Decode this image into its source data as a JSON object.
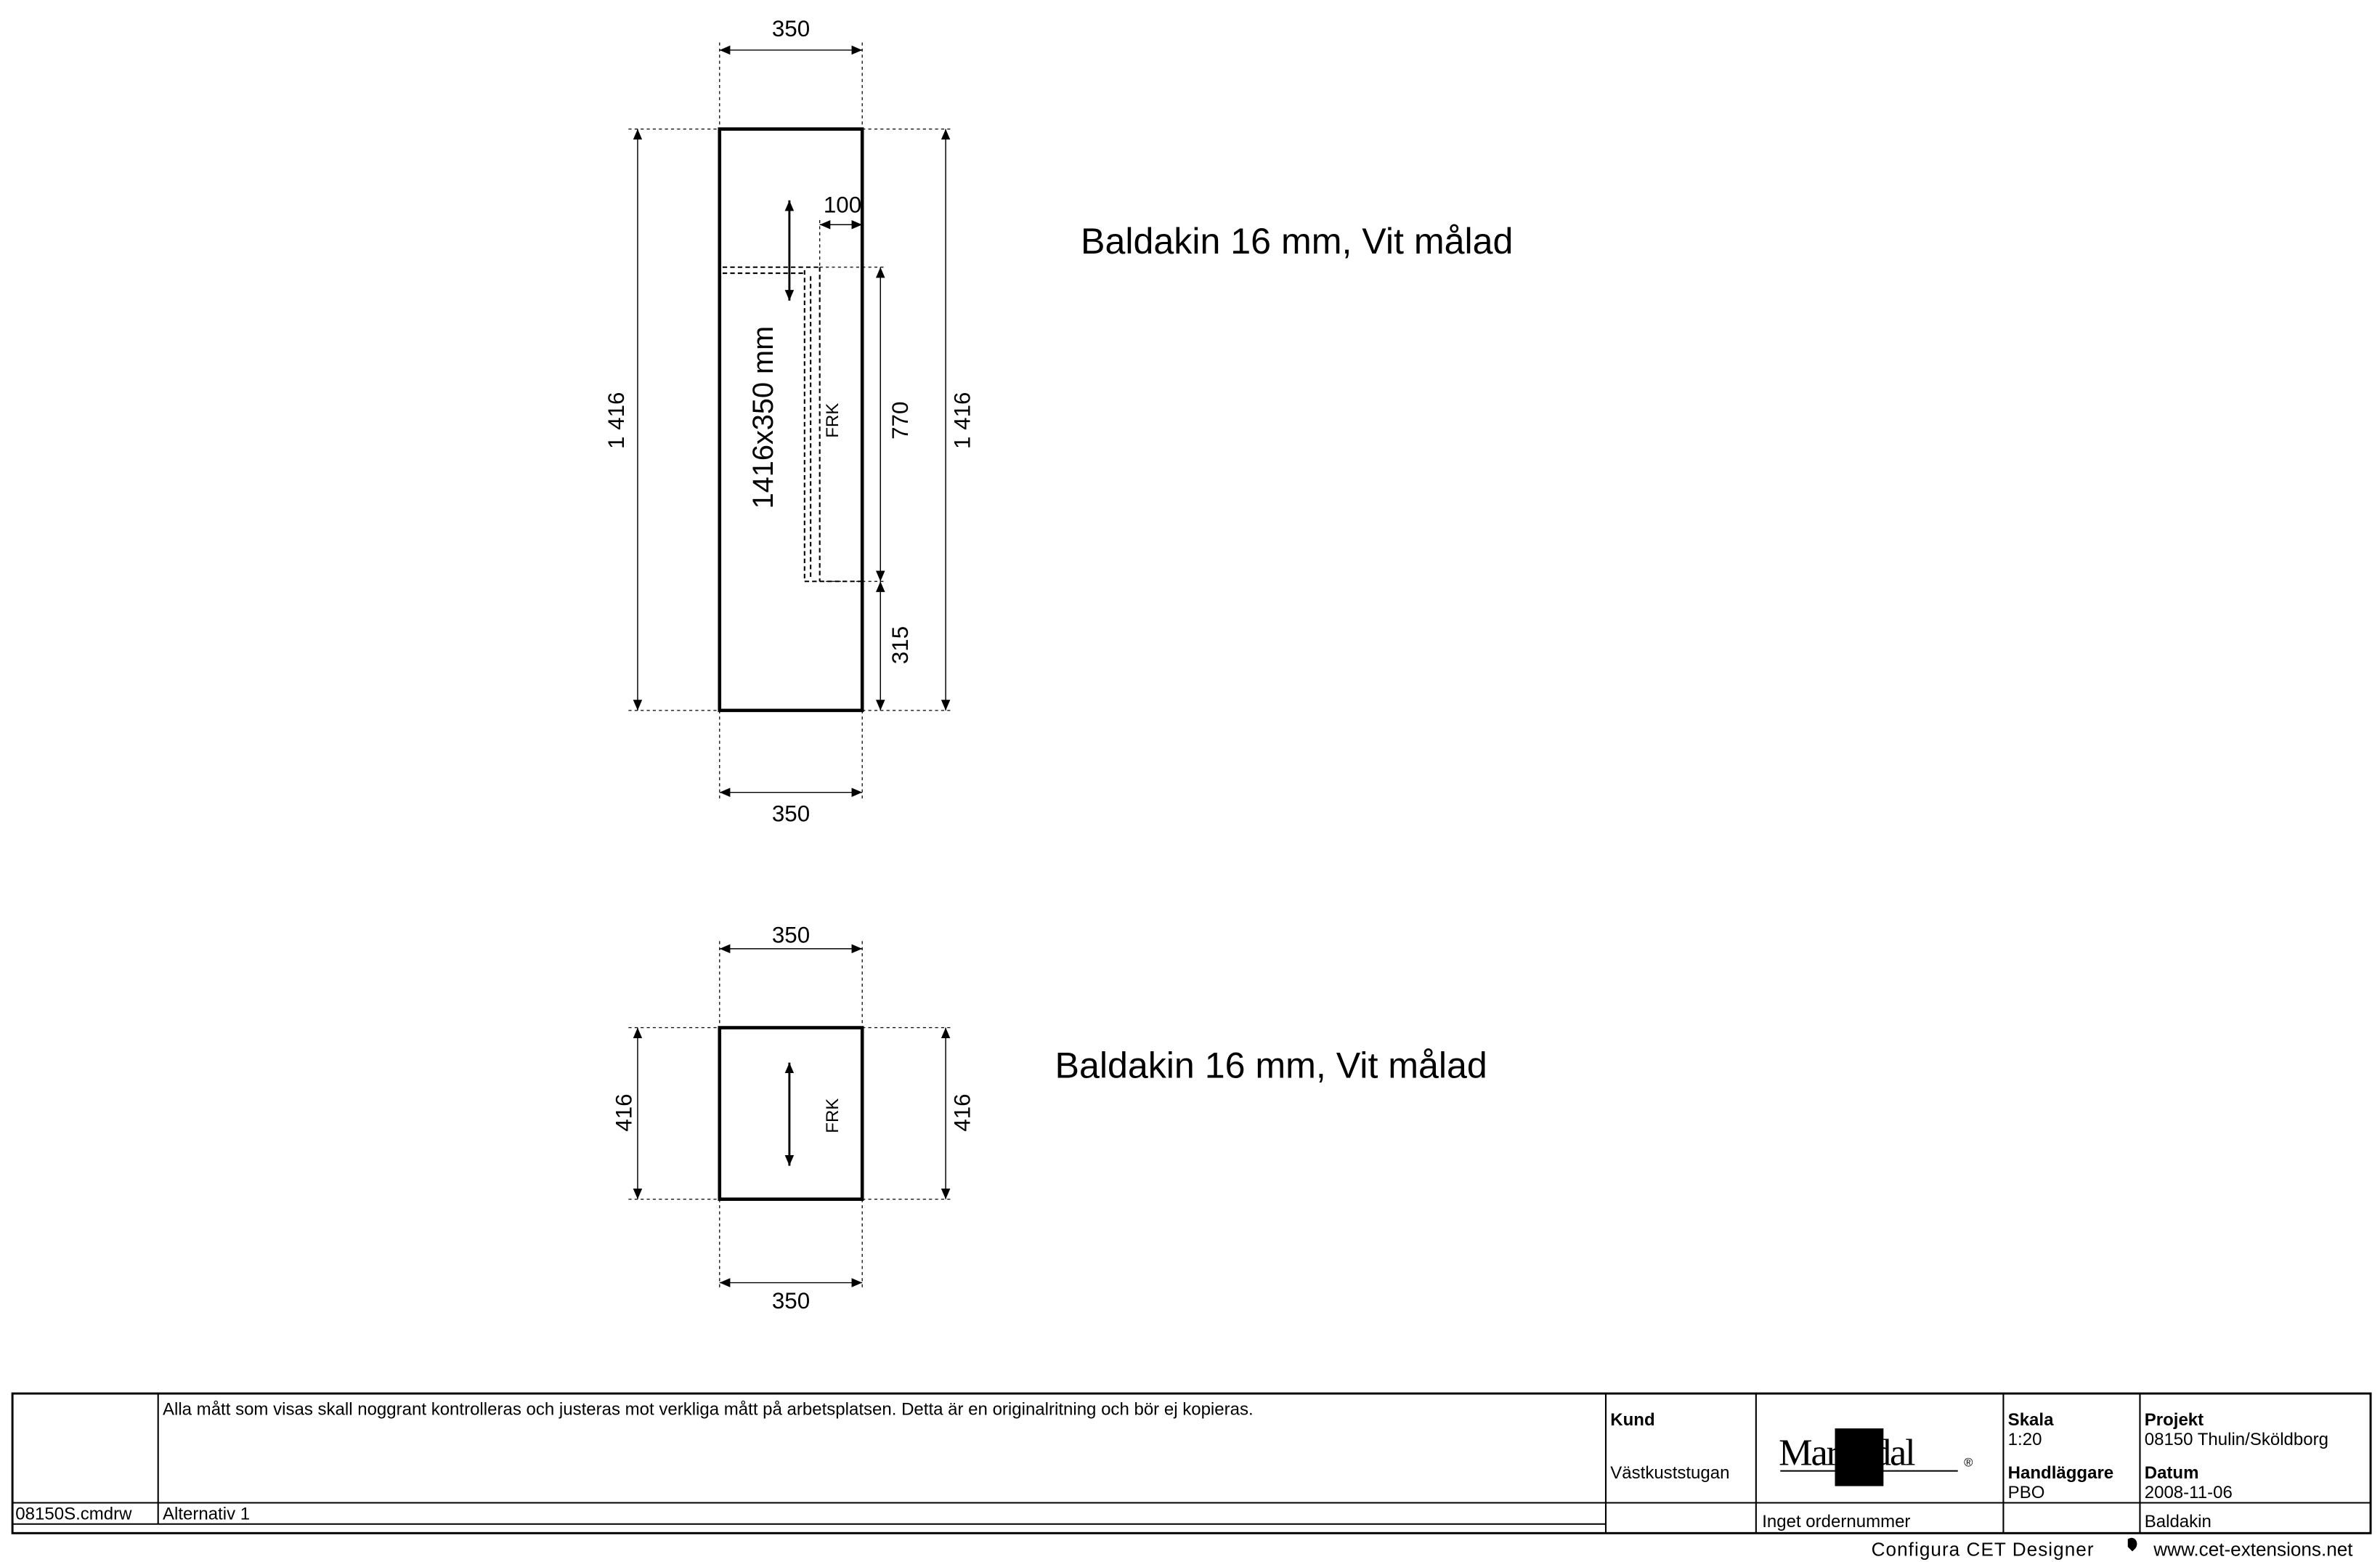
{
  "drawing1": {
    "title": "Baldakin 16 mm, Vit målad",
    "dim_top": "350",
    "dim_bottom": "350",
    "dim_left": "1 416",
    "dim_right": "1 416",
    "dim_770": "770",
    "dim_315": "315",
    "dim_100": "100",
    "size_label": "1416x350 mm",
    "direction_label": "FRK"
  },
  "drawing2": {
    "title": "Baldakin 16 mm, Vit målad",
    "dim_top": "350",
    "dim_bottom": "350",
    "dim_left": "416",
    "dim_right": "416",
    "direction_label": "FRK"
  },
  "title_block": {
    "disclaimer": "Alla mått som visas skall noggrant kontrolleras och justeras mot verkliga mått på arbetsplatsen. Detta är en originalritning och bör ej kopieras.",
    "file_name": "08150S.cmdrw",
    "alternative": "Alternativ 1",
    "kund_label": "Kund",
    "kund_value": "Västkuststugan",
    "logo": "Marbodal",
    "order": "Inget ordernummer",
    "skala_label": "Skala",
    "skala_value": "1:20",
    "handlaggare_label": "Handläggare",
    "handlaggare_value": "PBO",
    "projekt_label": "Projekt",
    "projekt_value": "08150 Thulin/Sköldborg",
    "datum_label": "Datum",
    "datum_value": "2008-11-06",
    "item": "Baldakin"
  },
  "footer": {
    "software": "Configura CET Designer",
    "url": "www.cet-extensions.net"
  }
}
